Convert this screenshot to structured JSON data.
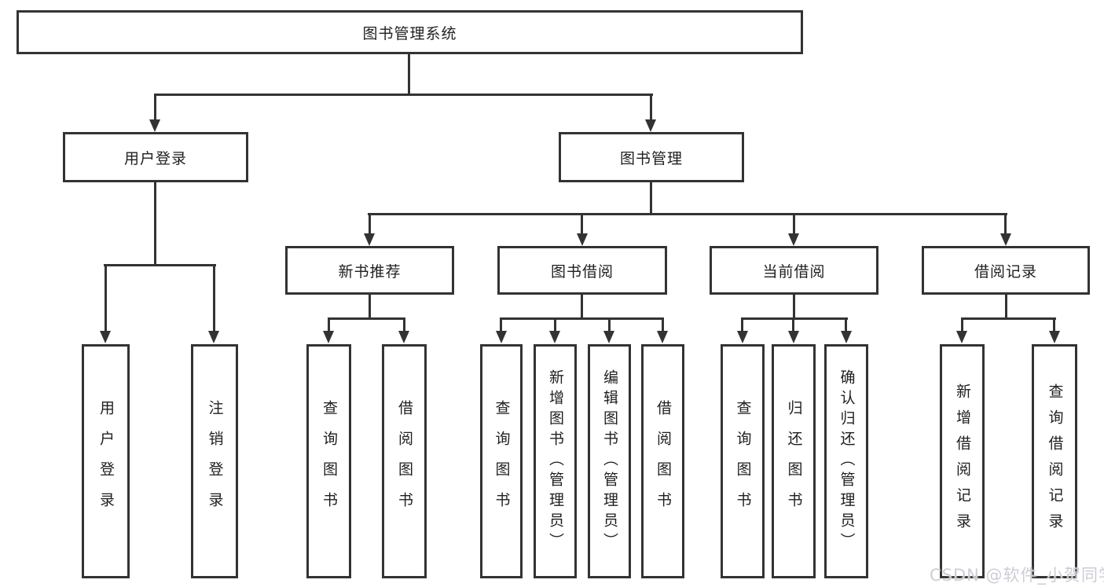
{
  "diagram": {
    "root": "图书管理系统",
    "level2": {
      "user_login": "用户登录",
      "book_management": "图书管理"
    },
    "level3": {
      "new_book_recommend": "新书推荐",
      "book_borrowing": "图书借阅",
      "current_borrowing": "当前借阅",
      "borrowing_records": "借阅记录"
    },
    "leaves": {
      "user_login": [
        "用户登录",
        "注销登录"
      ],
      "new_book_recommend": [
        "查询图书",
        "借阅图书"
      ],
      "book_borrowing": [
        "查询图书",
        "新增图书（管理员）",
        "编辑图书（管理员）",
        "借阅图书"
      ],
      "current_borrowing": [
        "查询图书",
        "归还图书",
        "确认归还（管理员）"
      ],
      "borrowing_records": [
        "新增借阅记录",
        "查询借阅记录"
      ]
    }
  },
  "watermark": "CSDN @软件_小贺同学",
  "colors": {
    "line": "#333333",
    "text": "#1f1f1f",
    "background": "#ffffff",
    "watermark": "#cbced4"
  }
}
